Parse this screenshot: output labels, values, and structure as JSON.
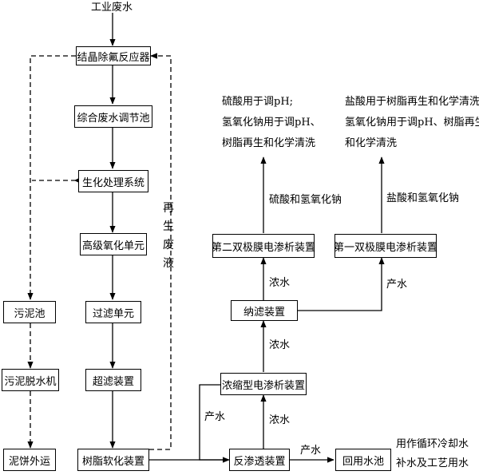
{
  "title_input": "工业废水",
  "boxes": {
    "crystal": "结晶除氟反应器",
    "adjust": "综合废水调节池",
    "bio": "生化处理系统",
    "oxid": "高级氧化单元",
    "filter": "过滤单元",
    "uf": "超滤装置",
    "resin": "树脂软化装置",
    "sludge_pool": "污泥池",
    "dewater": "污泥脱水机",
    "cake": "泥饼外运",
    "ro": "反渗透装置",
    "reuse": "回用水池",
    "ed": "浓缩型电渗析装置",
    "nf": "纳滤装置",
    "bmed2": "第二双极膜电渗析装置",
    "bmed1": "第一双极膜电渗析装置"
  },
  "labels": {
    "regen_waste": "再生废液",
    "product_water": "产水",
    "concentrate": "浓水",
    "acid_base_2": "硫酸和氢氧化钠",
    "acid_base_1": "盐酸和氢氧化钠",
    "reuse_use_1": "用作循环冷却水",
    "reuse_use_2": "补水及工艺用水"
  },
  "outputs": {
    "bmed2": [
      "硫酸用于调pH;",
      "氢氧化钠用于调pH、",
      "树脂再生和化学清洗"
    ],
    "bmed1": [
      "盐酸用于树脂再生和化学清洗;",
      "氢氧化钠用于调pH、树脂再生",
      "和化学清洗"
    ]
  }
}
